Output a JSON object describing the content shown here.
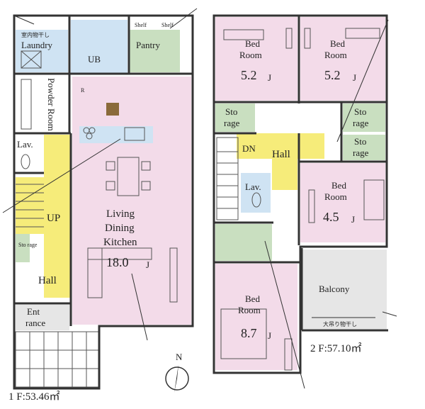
{
  "floor1": {
    "laundry_label": "Laundry",
    "laundry_note": "室内物干し",
    "ub_label": "UB",
    "pantry_label": "Pantry",
    "shelf1_label": "Shelf",
    "shelf2_label": "Shelf",
    "powder_room_label": "Powder Room",
    "lav_label": "Lav.",
    "r_label": "R",
    "up_label": "UP",
    "storage_label": "Sto rage",
    "hall_label": "Hall",
    "ldk_line1": "Living",
    "ldk_line2": "Dining",
    "ldk_line3": "Kitchen",
    "ldk_size": "18.0",
    "ldk_unit": "J",
    "entrance_line1": "Ent",
    "entrance_line2": "rance",
    "area_label": "1 F:53.46㎡"
  },
  "floor2": {
    "bed1_line1": "Bed",
    "bed1_line2": "Room",
    "bed1_size": "5.2",
    "bed2_line1": "Bed",
    "bed2_line2": "Room",
    "bed2_size": "5.2",
    "bed3_line1": "Bed",
    "bed3_line2": "Room",
    "bed3_size": "4.5",
    "bed4_line1": "Bed",
    "bed4_line2": "Room",
    "bed4_size": "8.7",
    "unit": "J",
    "storage_a_line1": "Sto",
    "storage_a_line2": "rage",
    "storage_b_line1": "Sto",
    "storage_b_line2": "rage",
    "storage_c_line1": "Sto",
    "storage_c_line2": "rage",
    "dn_label": "DN",
    "hall_label": "Hall",
    "lav_label": "Lav.",
    "balcony_label": "Balcony",
    "balcony_note": "大吊り物干し",
    "area_label": "2 F:57.10㎡"
  },
  "compass": {
    "north_label": "N"
  },
  "colors": {
    "pink": "#f3dbe9",
    "blue": "#cfe3f3",
    "green": "#c9dfc0",
    "yellow": "#f6ec7a",
    "gray": "#e6e6e6",
    "wall": "#333333"
  }
}
